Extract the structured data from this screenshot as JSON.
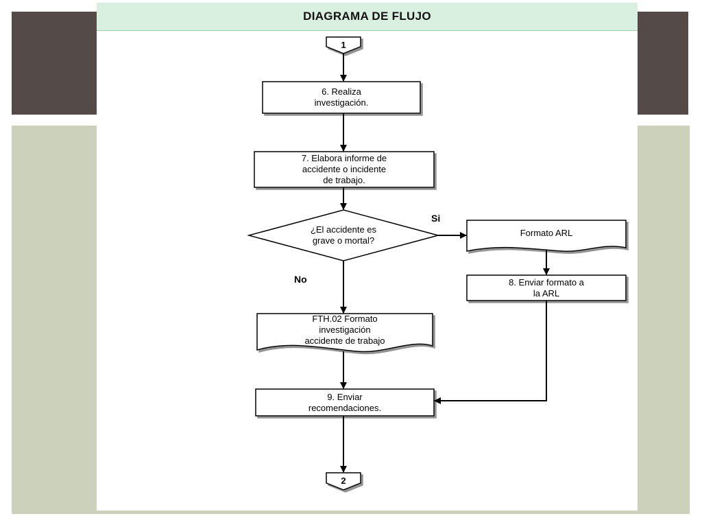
{
  "header": {
    "title": "DIAGRAMA DE FLUJO"
  },
  "connectors": {
    "start": "1",
    "end": "2"
  },
  "nodes": {
    "step6": "6. Realiza\ninvestigación.",
    "step7": "7. Elabora informe de\naccidente o incidente\nde trabajo.",
    "decision": "¿El accidente es\ngrave o mortal?",
    "doc_arl": "Formato ARL",
    "step8": "8. Enviar formato a\nla ARL",
    "doc_fth": "FTH.02 Formato\ninvestigación\naccidente de trabajo",
    "step9": "9. Enviar\nrecomendaciones."
  },
  "branches": {
    "yes": "Si",
    "no": "No"
  },
  "colors": {
    "dark_band": "#544b49",
    "sage_band": "#ccd1bc",
    "header_bg": "#d9efe0"
  }
}
